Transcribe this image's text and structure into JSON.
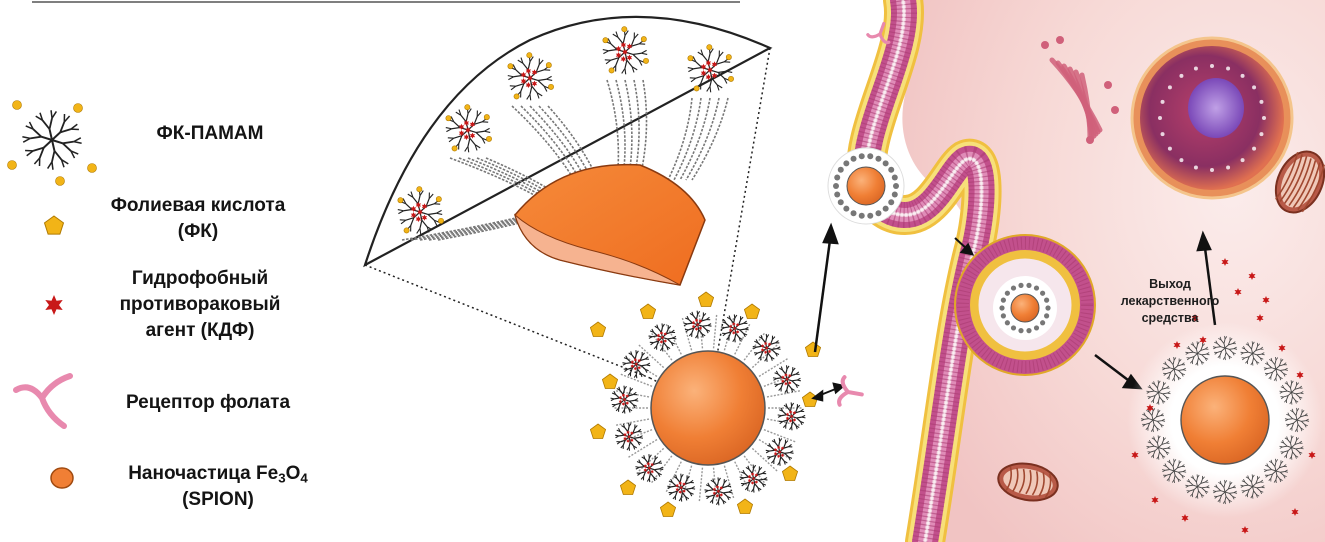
{
  "legend": {
    "dendrimer": "ФК-ПАМАМ",
    "folic_acid": [
      "Фолиевая кислота",
      "(ФК)"
    ],
    "drug": [
      "Гидрофобный",
      "противораковый",
      "агент (КДФ)"
    ],
    "receptor": "Рецептор фолата",
    "nanoparticle": {
      "line1_prefix": "Наночастица Fe",
      "sub1": "3",
      "mid": "O",
      "sub2": "4",
      "line2": "(SPION)"
    }
  },
  "release_label": [
    "Выход",
    "лекарственного",
    "средства"
  ],
  "colors": {
    "core_orange": "#f07f35",
    "folate_yellow": "#f2b417",
    "drug_red": "#c81818",
    "membrane_pink": "#c2508c",
    "membrane_yellow": "#f0c040",
    "cell_background": "#f8d8d4",
    "receptor_pink": "#e889ae"
  }
}
